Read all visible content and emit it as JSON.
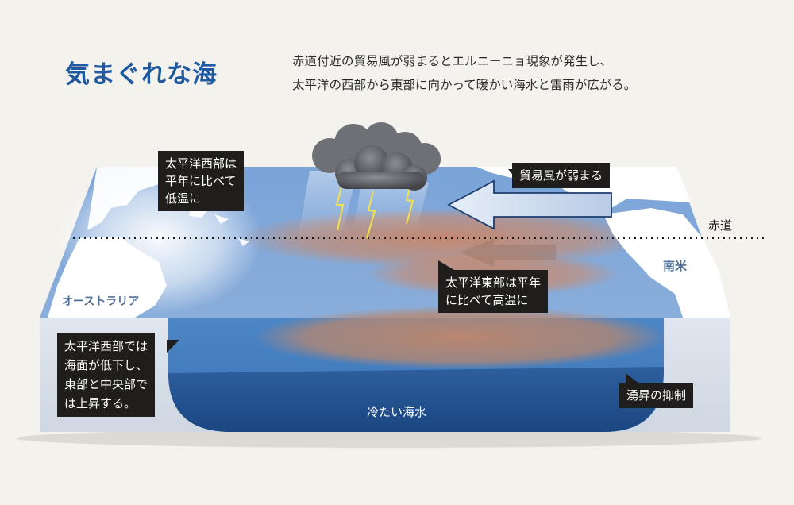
{
  "title": "気まぐれな海",
  "description": [
    "赤道付近の貿易風が弱まるとエルニーニョ現象が発生し、",
    "太平洋の西部から東部に向かって暖かい海水と雷雨が広がる。"
  ],
  "labels": {
    "equator": "赤道",
    "south_america": "南米",
    "australia": "オーストラリア",
    "cold_water": "冷たい海水"
  },
  "callouts": {
    "west_cool": [
      "太平洋西部は",
      "平年に比べて",
      "低温に"
    ],
    "trade_wind": [
      "貿易風が弱まる"
    ],
    "east_warm": [
      "太平洋東部は平年",
      "に比べて高温に"
    ],
    "sea_level": [
      "太平洋西部では",
      "海面が低下し、",
      "東部と中央部で",
      "は上昇する。"
    ],
    "upwelling": [
      "湧昇の抑制"
    ]
  },
  "colors": {
    "title": "#1f5aa0",
    "ocean": "#7ea6d6",
    "warm_water": "#c98a68",
    "deep_water": "#1e4f8e",
    "callout_bg": "#1f1e1c"
  }
}
